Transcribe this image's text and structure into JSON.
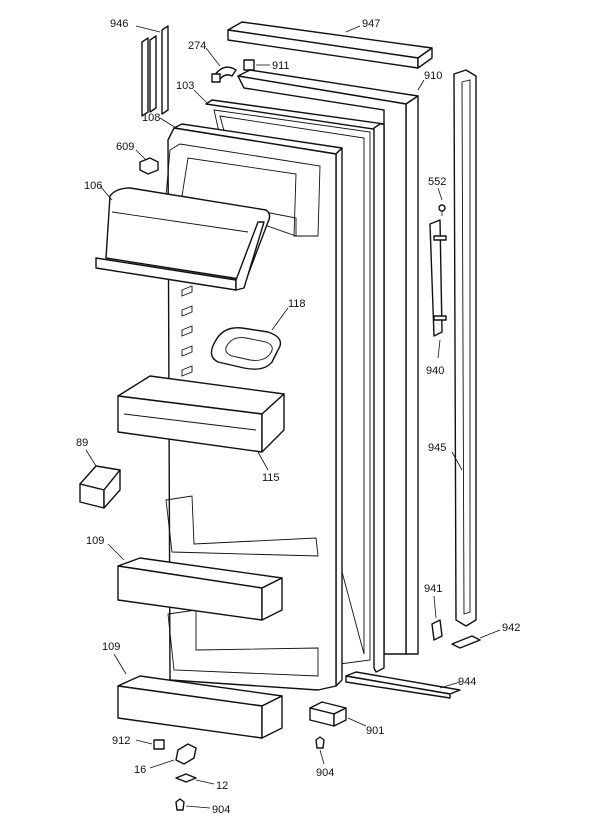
{
  "diagram": {
    "labels": {
      "l946": "946",
      "l947": "947",
      "l274": "274",
      "l911": "911",
      "l910": "910",
      "l103": "103",
      "l108": "108",
      "l609": "609",
      "l552": "552",
      "l106": "106",
      "l118": "118",
      "l940": "940",
      "l89": "89",
      "l115": "115",
      "l945": "945",
      "l109a": "109",
      "l941": "941",
      "l942": "942",
      "l109b": "109",
      "l944": "944",
      "l901": "901",
      "l912": "912",
      "l16": "16",
      "l12": "12",
      "l904a": "904",
      "l904b": "904"
    }
  }
}
